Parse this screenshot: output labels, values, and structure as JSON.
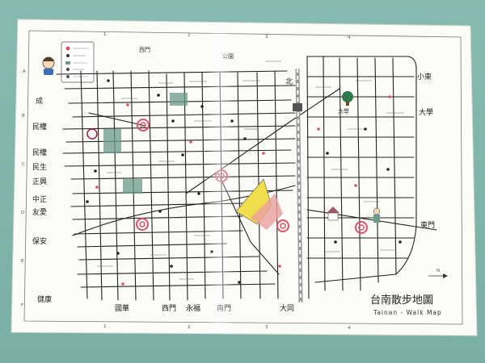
{
  "map": {
    "title": "台南散步地圖",
    "subtitle": "Tainan - Walk Map",
    "grid_numbers": [
      "1",
      "2",
      "3",
      "4"
    ],
    "grid_letters": [
      "A",
      "B",
      "C",
      "D",
      "E",
      "F"
    ],
    "north_label": "N",
    "left_labels": [
      "成",
      "民權",
      "民權",
      "民生",
      "正興",
      "中正",
      "友愛",
      "保安",
      "健康"
    ],
    "right_labels": [
      "小東",
      "大學",
      "東門"
    ],
    "top_labels": [
      "西門",
      "公園",
      "北"
    ],
    "bottom_labels": [
      "國華",
      "西門",
      "永福",
      "南門",
      "大同"
    ],
    "street_labels": [
      "大同",
      "大學"
    ],
    "legend": {
      "items": [
        {
          "color": "#d9536a"
        },
        {
          "color": "#333333"
        },
        {
          "color": "#6a9a8a"
        },
        {
          "color": "#444444"
        },
        {
          "color": "#555555"
        }
      ]
    },
    "accent_colors": {
      "road": "#222222",
      "pink": "#d9536a",
      "park": "#2f7a4a",
      "yellow": "#f2de4a",
      "blue": "#3a6fb5"
    }
  }
}
